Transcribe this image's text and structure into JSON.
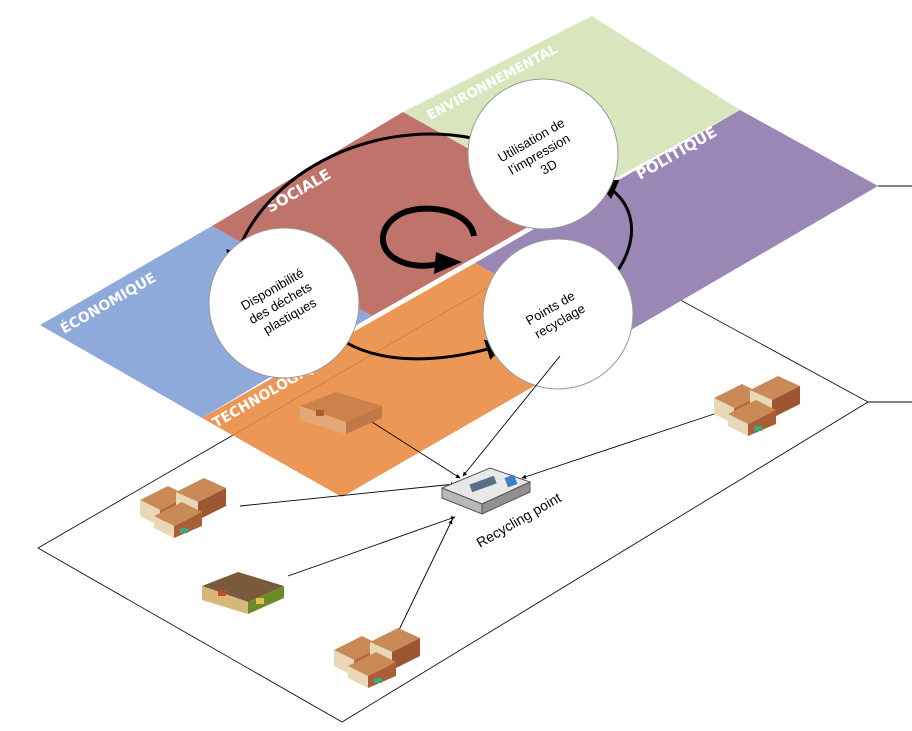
{
  "dimensions": {
    "economique": "ÉCONOMIQUE",
    "sociale": "SOCIALE",
    "environnemental": "ENVIRONNEMENTAL",
    "politique": "POLITIQUE",
    "technologique": "TECHNOLOGIQUE"
  },
  "cycle": {
    "impression": [
      "Utilisation de",
      "l'impression",
      "3D"
    ],
    "dechets": [
      "Disponibilité",
      "des déchets",
      "plastiques"
    ],
    "recyclage": [
      "Points de",
      "recyclage"
    ]
  },
  "recycling_point_label": "Recycling point",
  "colors": {
    "economique": "#8eaadb",
    "sociale": "#c0736a",
    "environnemental": "#d9e6bd",
    "politique": "#9b87b5",
    "technologique": "#e9893d"
  },
  "icons": [
    "house-cluster-icon",
    "house-icon",
    "recycling-machine-icon"
  ]
}
